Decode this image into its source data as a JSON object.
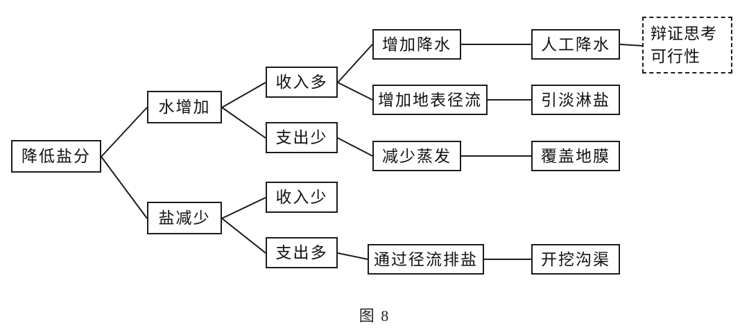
{
  "diagram": {
    "caption": "图 8",
    "nodes": {
      "root": "降低盐分",
      "water_increase": "水增加",
      "salt_decrease": "盐减少",
      "income_more": "收入多",
      "expense_less": "支出少",
      "income_less": "收入少",
      "expense_more": "支出多",
      "increase_precipitation": "增加降水",
      "increase_surface_runoff": "增加地表径流",
      "reduce_evaporation": "减少蒸发",
      "drain_salt_via_runoff": "通过径流排盐",
      "artificial_precipitation": "人工降水",
      "fresh_water_leaching": "引淡淋盐",
      "cover_plastic_film": "覆盖地膜",
      "dig_ditches": "开挖沟渠",
      "feasibility_note_line1": "辩证思考",
      "feasibility_note_line2": "可行性"
    },
    "edges": [
      {
        "from": "root",
        "to": "water_increase"
      },
      {
        "from": "root",
        "to": "salt_decrease"
      },
      {
        "from": "water_increase",
        "to": "income_more"
      },
      {
        "from": "water_increase",
        "to": "expense_less"
      },
      {
        "from": "income_more",
        "to": "increase_precipitation"
      },
      {
        "from": "income_more",
        "to": "increase_surface_runoff"
      },
      {
        "from": "expense_less",
        "to": "reduce_evaporation"
      },
      {
        "from": "salt_decrease",
        "to": "income_less"
      },
      {
        "from": "salt_decrease",
        "to": "expense_more"
      },
      {
        "from": "expense_more",
        "to": "drain_salt_via_runoff"
      },
      {
        "from": "increase_precipitation",
        "to": "artificial_precipitation"
      },
      {
        "from": "artificial_precipitation",
        "to": "feasibility_note"
      },
      {
        "from": "increase_surface_runoff",
        "to": "fresh_water_leaching"
      },
      {
        "from": "reduce_evaporation",
        "to": "cover_plastic_film"
      },
      {
        "from": "drain_salt_via_runoff",
        "to": "dig_ditches"
      }
    ],
    "line_color": "#1a1a1a"
  }
}
